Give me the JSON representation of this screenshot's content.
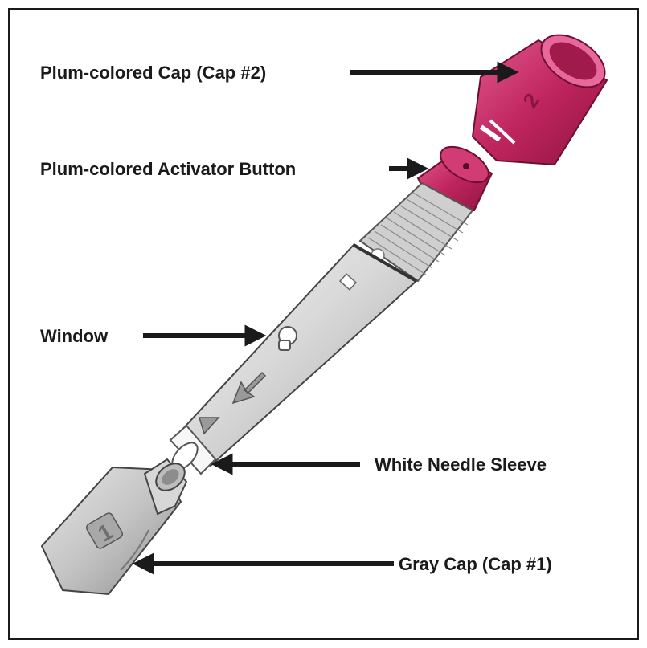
{
  "labels": {
    "cap2": "Plum-colored Cap (Cap #2)",
    "activator": "Plum-colored Activator Button",
    "window": "Window",
    "sleeve": "White Needle Sleeve",
    "cap1": "Gray Cap (Cap #1)"
  },
  "markings": {
    "cap2_number": "2",
    "cap1_number": "1"
  },
  "colors": {
    "plum": "#c0255e",
    "plum_dark": "#8e1440",
    "plum_light": "#dd4b82",
    "gray": "#c8c8c8",
    "gray_dark": "#9a9a9a",
    "ink": "#1a1a1a"
  }
}
